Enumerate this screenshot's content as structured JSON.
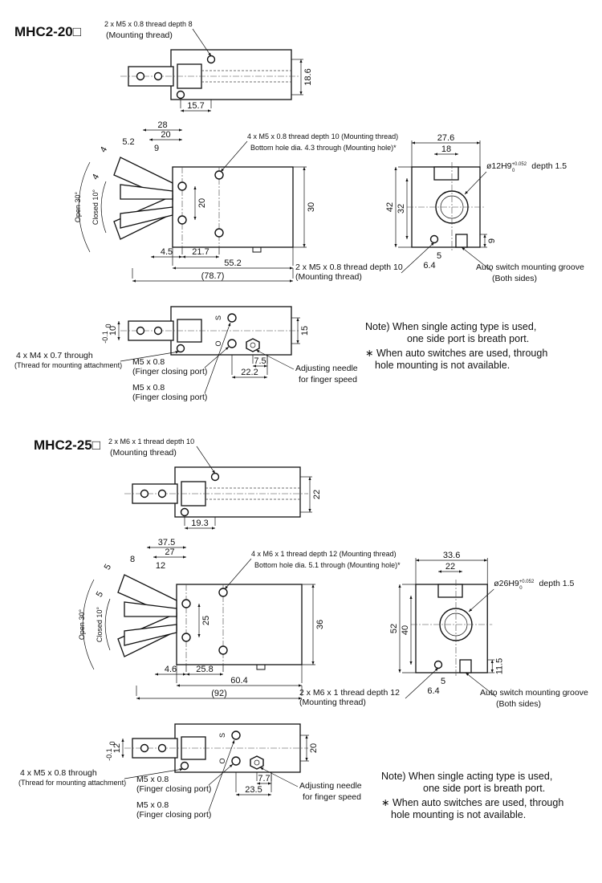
{
  "sections": [
    {
      "model": "MHC2-20□",
      "top_view": {
        "thread_label_1": "2 x M5 x 0.8 thread depth 8",
        "thread_label_2": "(Mounting thread)",
        "dim_width": "15.7",
        "dim_height": "18.6"
      },
      "front_view": {
        "dims_top": [
          "28",
          "20",
          "5.2",
          "9",
          "4",
          "4"
        ],
        "open_angle": "Open 30°",
        "closed_angle": "Closed 10°",
        "mount_label_1": "4 x M5 x 0.8 thread depth 10 (Mounting thread)",
        "mount_label_2": "Bottom hole dia. 4.3 through (Mounting hole)*",
        "dim_inner_h": "20",
        "dim_body_h": "30",
        "dim_4_5": "4.5",
        "dim_21_7": "21.7",
        "dim_55_2": "55.2",
        "dim_total": "(78.7)"
      },
      "side_view": {
        "dim_outer": "27.6",
        "dim_inner": "18",
        "bore_label": "ø12H9",
        "bore_tol_upper": "+0.052",
        "bore_tol_lower": "0",
        "bore_depth": "depth 1.5",
        "dim_height": "42",
        "dim_mid": "32",
        "dim_5": "5",
        "dim_6_4": "6.4",
        "dim_9": "9",
        "thread_label_1": "2 x M5 x 0.8 thread depth 10",
        "thread_label_2": "(Mounting thread)",
        "groove_label_1": "Auto switch mounting groove",
        "groove_label_2": "(Both sides)"
      },
      "bottom_view": {
        "tol_dim": "10",
        "tol_upper": "0",
        "tol_lower": "-0.1",
        "port_mark_s": "S",
        "port_mark_o": "O",
        "dim_height": "15",
        "dim_7_5": "7.5",
        "dim_22_2": "22.2",
        "attach_label_1": "4 x M4 x 0.7 through",
        "attach_label_2": "(Thread for mounting attachment)",
        "port1_label_1": "M5 x 0.8",
        "port1_label_2": "(Finger closing port)",
        "port2_label_1": "M5 x 0.8",
        "port2_label_2": "(Finger closing port)",
        "needle_label_1": "Adjusting needle",
        "needle_label_2": "for finger speed"
      },
      "notes": {
        "line1": "Note) When single acting type is used,",
        "line2": "one side port is breath port.",
        "line3": "∗ When auto switches are used, through",
        "line4": "hole mounting is not available."
      }
    },
    {
      "model": "MHC2-25□",
      "top_view": {
        "thread_label_1": "2 x M6 x 1 thread depth 10",
        "thread_label_2": "(Mounting thread)",
        "dim_width": "19.3",
        "dim_height": "22"
      },
      "front_view": {
        "dims_top": [
          "37.5",
          "27",
          "8",
          "12",
          "5",
          "5"
        ],
        "open_angle": "Open 30°",
        "closed_angle": "Closed 10°",
        "mount_label_1": "4 x M6 x 1 thread depth 12 (Mounting thread)",
        "mount_label_2": "Bottom hole dia. 5.1 through (Mounting hole)*",
        "dim_inner_h": "25",
        "dim_body_h": "36",
        "dim_4_5": "4.6",
        "dim_21_7": "25.8",
        "dim_55_2": "60.4",
        "dim_total": "(92)"
      },
      "side_view": {
        "dim_outer": "33.6",
        "dim_inner": "22",
        "bore_label": "ø26H9",
        "bore_tol_upper": "+0.052",
        "bore_tol_lower": "0",
        "bore_depth": "depth 1.5",
        "dim_height": "52",
        "dim_mid": "40",
        "dim_5": "5",
        "dim_6_4": "6.4",
        "dim_9": "11.5",
        "thread_label_1": "2 x M6 x 1 thread depth 12",
        "thread_label_2": "(Mounting thread)",
        "groove_label_1": "Auto switch mounting groove",
        "groove_label_2": "(Both sides)"
      },
      "bottom_view": {
        "tol_dim": "12",
        "tol_upper": "0",
        "tol_lower": "-0.1",
        "port_mark_s": "S",
        "port_mark_o": "O",
        "dim_height": "20",
        "dim_7_5": "7.7",
        "dim_22_2": "23.5",
        "attach_label_1": "4 x M5 x 0.8 through",
        "attach_label_2": "(Thread for mounting attachment)",
        "port1_label_1": "M5 x 0.8",
        "port1_label_2": "(Finger closing port)",
        "port2_label_1": "M5 x 0.8",
        "port2_label_2": "(Finger closing port)",
        "needle_label_1": "Adjusting needle",
        "needle_label_2": "for finger speed"
      },
      "notes": {
        "line1": "Note) When single acting type is used,",
        "line2": "one side port is breath port.",
        "line3": "∗ When auto switches are used, through",
        "line4": "hole mounting is not available."
      }
    }
  ]
}
